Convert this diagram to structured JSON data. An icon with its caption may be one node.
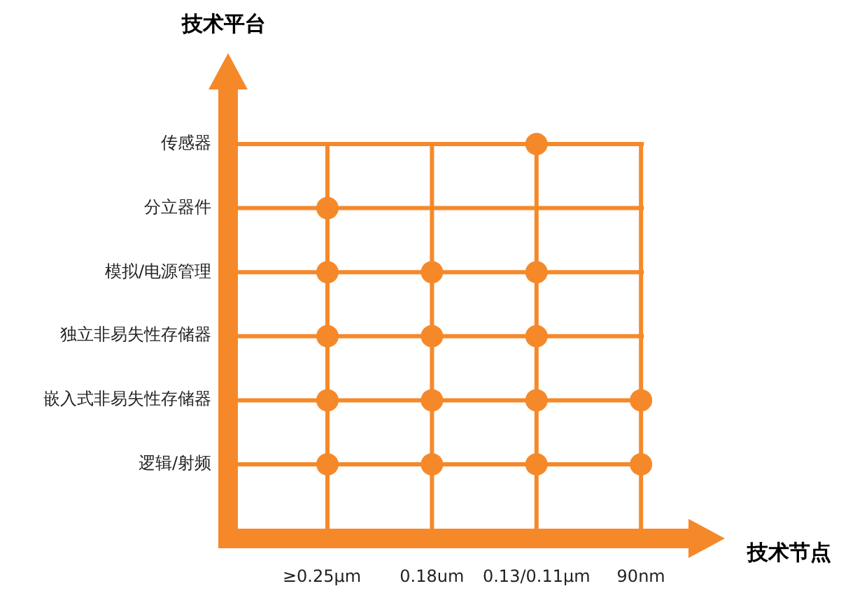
{
  "diagram": {
    "labels": [
      "技术平台",
      "传感器",
      "分立器件",
      "模拟/电源管理",
      "独立非易失性存储器",
      "嵌入式非易失性存储器",
      "逻辑/射频",
      "技术节点",
      "≥0.25μm",
      "0.18um",
      "0.13/0.11μm",
      "90nm"
    ]
  }
}
